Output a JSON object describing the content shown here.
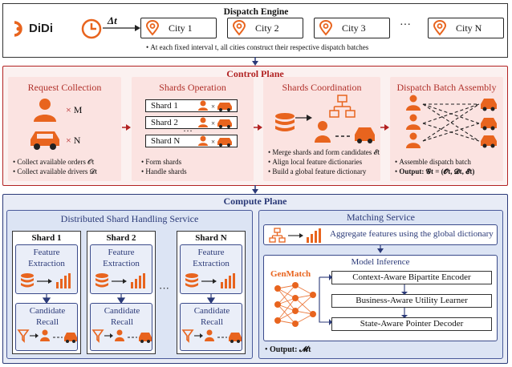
{
  "dispatch_engine": {
    "title": "Dispatch Engine",
    "logo": "DiDi",
    "interval": "Δt",
    "cities": [
      "City 1",
      "City 2",
      "City 3",
      "City  N"
    ],
    "ellipsis": "···",
    "note": "At each fixed interval t, all cities construct their respective dispatch batches"
  },
  "control_plane": {
    "title": "Control Plane",
    "request_collection": {
      "title": "Request Collection",
      "m_label": "× M",
      "n_label": "× N",
      "bullets": [
        "Collect available orders 𝓞t",
        "Collect available drivers 𝓓t"
      ]
    },
    "shards_operation": {
      "title": "Shards Operation",
      "shards": [
        "Shard 1",
        "Shard 2",
        "Shard N"
      ],
      "ellipsis": "···",
      "bullets": [
        "Form shards",
        "Handle shards"
      ]
    },
    "shards_coordination": {
      "title": "Shards Coordination",
      "bullets": [
        "Merge shards and form candidates 𝓔t",
        "Align local feature dictionaries",
        "Build a global feature dictionary"
      ]
    },
    "dispatch_batch_assembly": {
      "title": "Dispatch Batch Assembly",
      "bullet": "Assemble dispatch batch",
      "output_label": "Output:",
      "output_value": "𝓖t = (𝓞t, 𝓓t, 𝓔t)"
    }
  },
  "compute_plane": {
    "title": "Compute Plane",
    "distributed": {
      "title": "Distributed Shard Handling Service",
      "shards": [
        "Shard 1",
        "Shard 2",
        "Shard N"
      ],
      "feature_extraction": "Feature Extraction",
      "candidate_recall": "Candidate Recall",
      "ellipsis": "···"
    },
    "matching": {
      "title": "Matching Service",
      "aggregate": "Aggregate features using the global dictionary",
      "model_inference": "Model Inference",
      "genmatch": "GenMatch",
      "modules": [
        "Context-Aware Bipartite Encoder",
        "Business-Aware Utility Learner",
        "State-Aware Pointer Decoder"
      ],
      "output_label": "Output:",
      "output_value": "𝓜t"
    }
  },
  "colors": {
    "orange": "#e8641e",
    "red": "#b22222",
    "navy": "#2b3a78"
  },
  "icons": [
    "didi-logo",
    "clock-icon",
    "location-pin-icon",
    "person-icon",
    "car-icon",
    "database-icon",
    "bar-chart-icon",
    "hierarchy-icon",
    "filter-icon",
    "neural-network-icon"
  ]
}
